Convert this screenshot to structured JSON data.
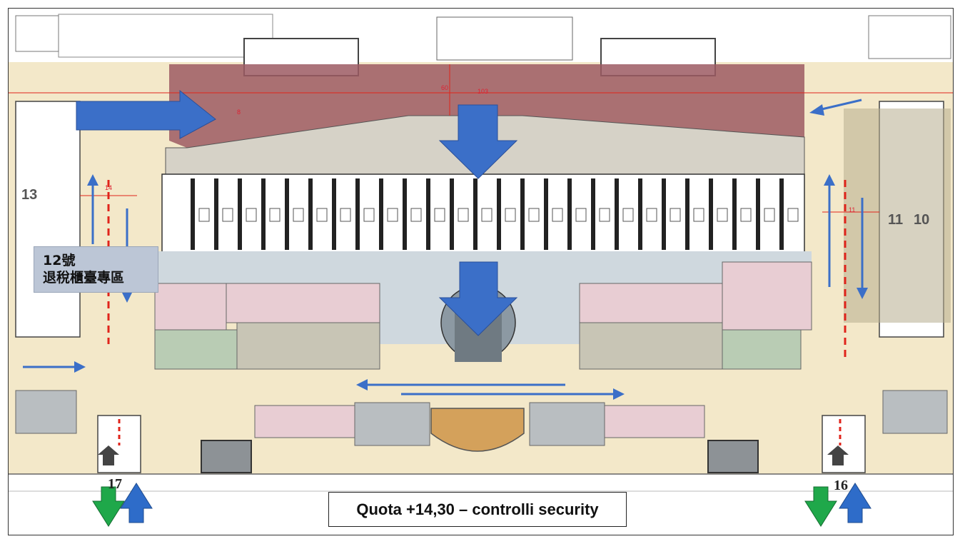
{
  "plan": {
    "zone_label_line1": "12號",
    "zone_label_line2": "退稅櫃臺專區",
    "caption": "Quota +14,30 – controlli security",
    "gate_numbers": {
      "left_top": "13",
      "right_a": "11",
      "right_b": "10",
      "exit_left": "17",
      "exit_right": "16"
    },
    "dimensions": {
      "width": "103",
      "depth": "60",
      "side_left": "14",
      "side_right": "11",
      "diag": "8"
    }
  },
  "colors": {
    "floor": "#f3e8c9",
    "queue_area": "#9c5a63",
    "security_lane": "#ffffff",
    "corridor": "#cfd8de",
    "offices_pink": "#e8cdd3",
    "offices_green": "#b9ccb4",
    "flow_arrow": "#3b6fc8",
    "exit_green": "#1fa84a",
    "dashed_red": "#e0241b"
  }
}
